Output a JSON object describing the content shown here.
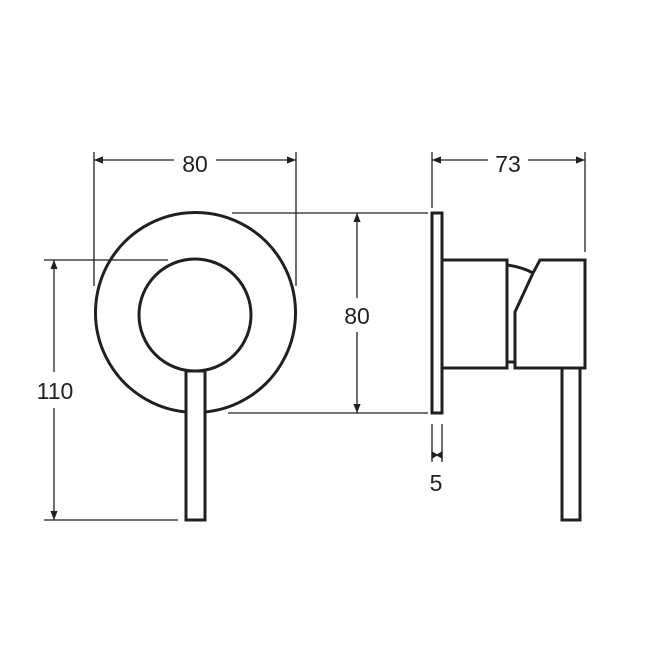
{
  "dimensions": {
    "front_width": "80",
    "front_height": "110",
    "plate_height": "80",
    "side_depth": "73",
    "plate_thickness": "5"
  },
  "colors": {
    "line": "#231f20",
    "background": "#ffffff"
  }
}
